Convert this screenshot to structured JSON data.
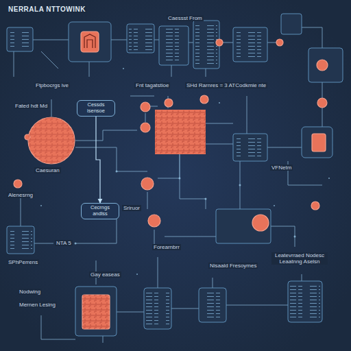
{
  "diagram": {
    "title": "NERRALA NTTOWINK",
    "nodes": [
      {
        "text": [
          "Cessds isensoe"
        ]
      },
      {
        "text": [
          "Cecrngs andlss"
        ]
      }
    ],
    "edges": [
      {
        "from": 0,
        "to": 1,
        "arrow": "to"
      }
    ],
    "labels": [
      "Caessst From",
      "Ftpbocrgs ive",
      "Fnt tagatstioe",
      "SHd Rarnres = 3 ATCodkmie nte",
      "Fated hdt Md",
      "Caesuran",
      "VFNetm",
      "Alenesrng",
      "Sriruor",
      "NTA 5",
      "SPhPerrens",
      "Forearnbrr",
      "Gay easeas",
      "Nisaald Fresoymes",
      "Leatevrraed Nodesc Leaatnng Aselsn",
      "Nodwing",
      "Mernen Lesing"
    ]
  }
}
